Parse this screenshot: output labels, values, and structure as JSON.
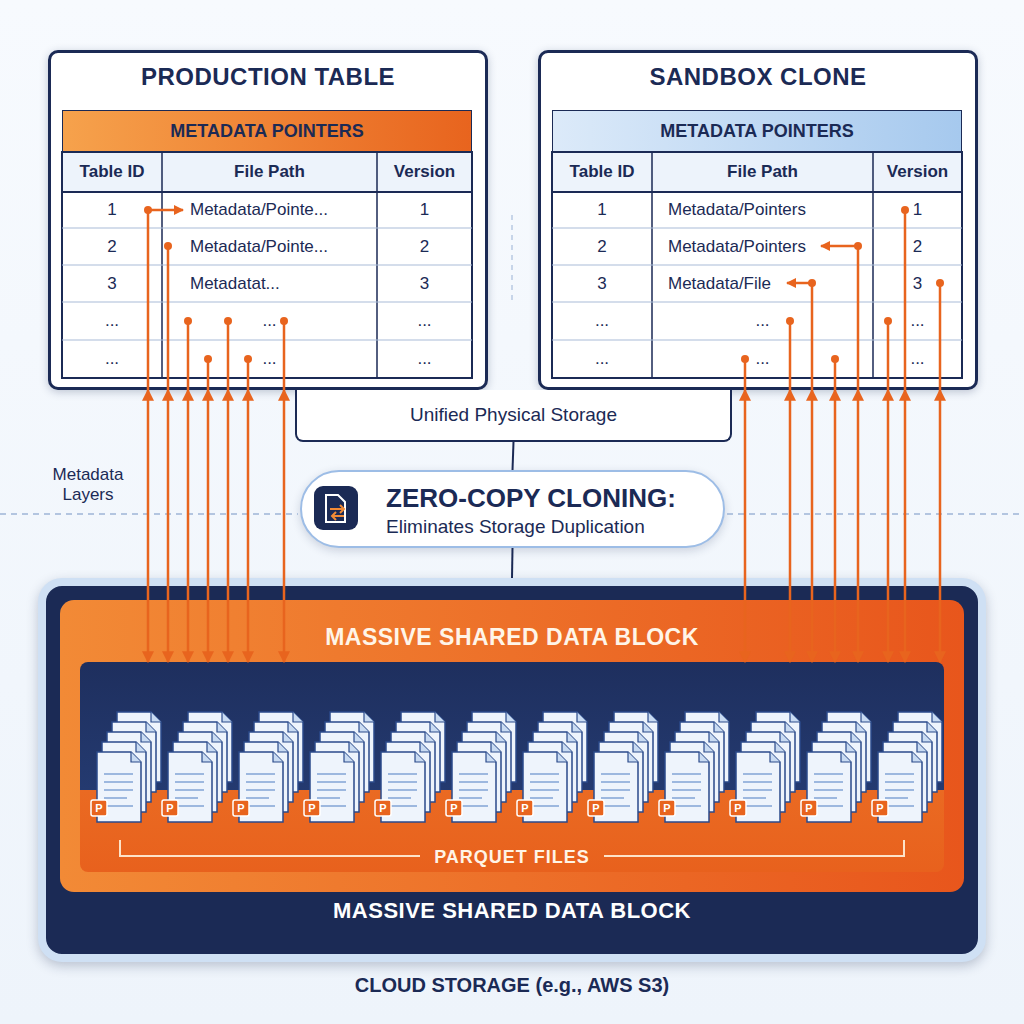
{
  "diagram": {
    "nodes": [
      {
        "text": [
          "PRODUCTION TABLE"
        ]
      },
      {
        "text": [
          "METADATA POINTERS"
        ],
        "in": 0
      },
      {
        "text": [
          "SANDBOX CLONE"
        ]
      },
      {
        "text": [
          "METADATA POINTERS"
        ],
        "in": 2
      },
      {
        "text": [
          "Unified Physical Storage"
        ]
      },
      {
        "text": [
          "ZERO-COPY CLONING:",
          "Eliminates Storage Duplication"
        ]
      },
      {
        "text": [
          "MASSIVE SHARED DATA BLOCK",
          "CLOUD STORAGE (e.g., AWS S3)"
        ]
      },
      {
        "text": [
          "MASSIVE SHARED DATA BLOCK"
        ],
        "in": 6
      },
      {
        "text": [
          "PARQUET FILES"
        ],
        "in": 7
      }
    ],
    "edges": [
      {
        "from": 0,
        "to": 8,
        "arrow": "both"
      },
      {
        "from": 0,
        "to": 8,
        "arrow": "both"
      },
      {
        "from": 0,
        "to": 8,
        "arrow": "both"
      },
      {
        "from": 0,
        "to": 8,
        "arrow": "both"
      },
      {
        "from": 0,
        "to": 8,
        "arrow": "both"
      },
      {
        "from": 0,
        "to": 8,
        "arrow": "both"
      },
      {
        "from": 0,
        "to": 8,
        "arrow": "both"
      },
      {
        "from": 2,
        "to": 8,
        "arrow": "both"
      },
      {
        "from": 2,
        "to": 8,
        "arrow": "both"
      },
      {
        "from": 2,
        "to": 8,
        "arrow": "both"
      },
      {
        "from": 2,
        "to": 8,
        "arrow": "both"
      },
      {
        "from": 2,
        "to": 8,
        "arrow": "both"
      },
      {
        "from": 2,
        "to": 8,
        "arrow": "both"
      },
      {
        "from": 2,
        "to": 8,
        "arrow": "both"
      },
      {
        "from": 2,
        "to": 8,
        "arrow": "both"
      },
      {
        "from": 4,
        "to": 5,
        "arrow": "none"
      },
      {
        "from": 5,
        "to": 6,
        "arrow": "none"
      }
    ],
    "labels": [
      "Table ID",
      "File Path",
      "Version",
      "1",
      "Metadata/Pointe...",
      "1",
      "2",
      "Metadata/Pointe...",
      "2",
      "3",
      "Metadatat...",
      "3",
      "...",
      "...",
      "...",
      "...",
      "...",
      "...",
      "Table ID",
      "File Path",
      "Version",
      "1",
      "Metadata/Pointers",
      "1",
      "2",
      "Metadata/Pointers",
      "2",
      "3",
      "Metadata/File",
      "3",
      "...",
      "...",
      "...",
      "...",
      "...",
      "...",
      "Metadata Layers",
      "P",
      "P",
      "P",
      "P",
      "P",
      "P",
      "P",
      "P",
      "P",
      "P",
      "P",
      "P"
    ]
  }
}
